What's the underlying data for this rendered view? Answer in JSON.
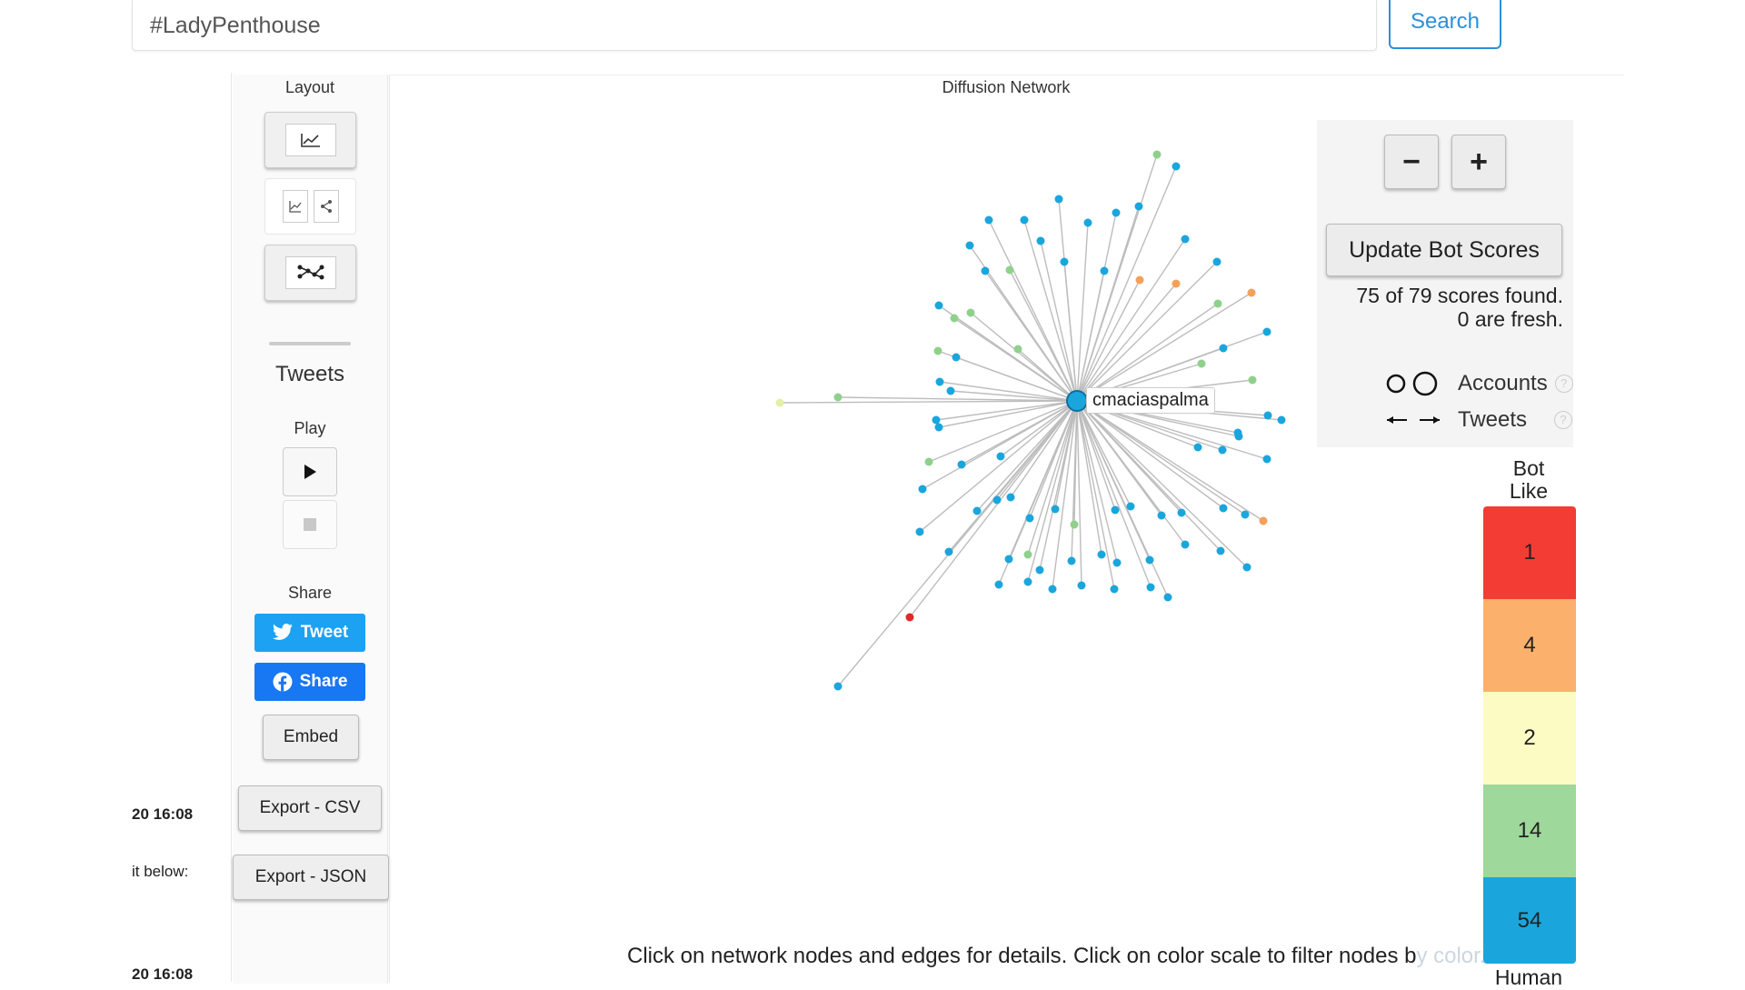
{
  "search": {
    "query": "#LadyPenthouse",
    "button_label": "Search"
  },
  "left_panel": {
    "timestamp_1": "20 16:08",
    "text_below": "it below:",
    "timestamp_2": "20 16:08"
  },
  "controls": {
    "layout_label": "Layout",
    "tweets_heading": "Tweets",
    "play_label": "Play",
    "share_label": "Share",
    "tweet_button": "Tweet",
    "facebook_button": "Share",
    "embed_button": "Embed",
    "export_csv": "Export - CSV",
    "export_json": "Export - JSON"
  },
  "network": {
    "title": "Diffusion Network",
    "center_node_label": "cmaciaspalma"
  },
  "side_panel": {
    "zoom_out": "−",
    "zoom_in": "+",
    "update_button": "Update Bot Scores",
    "scores_found": "75 of 79 scores found.",
    "fresh": "0 are fresh.",
    "legend_accounts": "Accounts",
    "legend_tweets": "Tweets",
    "help_glyph": "?"
  },
  "color_scale": {
    "top_label_1": "Bot",
    "top_label_2": "Like",
    "bottom_label": "Human",
    "buckets": [
      {
        "count": "1",
        "color": "#f33c34"
      },
      {
        "count": "4",
        "color": "#fbb06c"
      },
      {
        "count": "2",
        "color": "#fdfbc4"
      },
      {
        "count": "14",
        "color": "#9ed89a"
      },
      {
        "count": "54",
        "color": "#1aa6dd"
      }
    ]
  },
  "help": {
    "text_main": "Click on network nodes and edges for details. Click on color scale to filter nodes b",
    "text_overflow": "y color."
  }
}
